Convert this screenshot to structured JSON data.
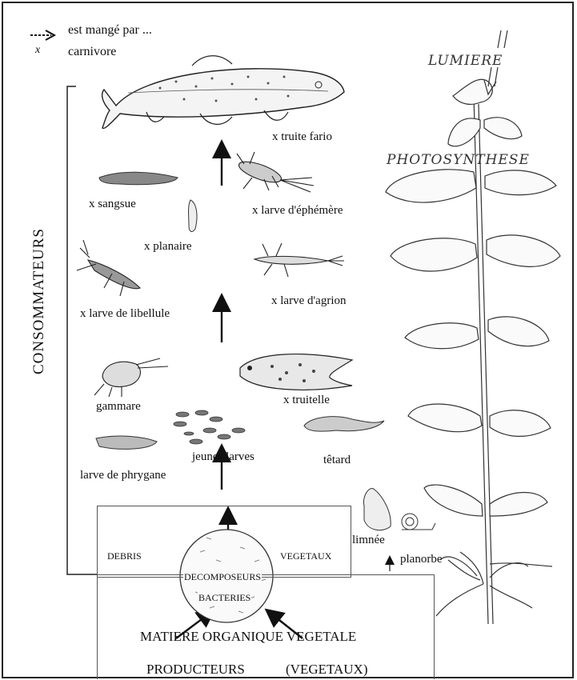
{
  "legend": {
    "arrow_text": "est mangé par ...",
    "x_marker": "x",
    "x_text": "carnivore"
  },
  "section_label": "CONSOMMATEURS",
  "plant": {
    "light": "LUMIERE",
    "process": "PHOTOSYNTHESE"
  },
  "organisms": {
    "truite_fario": "x truite fario",
    "sangsue": "x sangsue",
    "larve_ephemere": "x larve d'éphémère",
    "planaire": "x planaire",
    "larve_agrion": "x larve d'agrion",
    "larve_libellule": "x larve de libellule",
    "gammare": "gammare",
    "truitelle": "x truitelle",
    "larve_phrygane": "larve de phrygane",
    "jeunes_larves": "jeunes larves",
    "tetard": "têtard",
    "limnee": "limnée",
    "planorbe": "planorbe"
  },
  "base": {
    "debris": "DEBRIS",
    "vegetaux": "VEGETAUX",
    "decomposeurs": "DECOMPOSEURS",
    "bacteries": "BACTERIES",
    "matiere": "MATIERE ORGANIQUE VEGETALE",
    "producteurs": "PRODUCTEURS",
    "vegetaux_paren": "(VEGETAUX)"
  }
}
